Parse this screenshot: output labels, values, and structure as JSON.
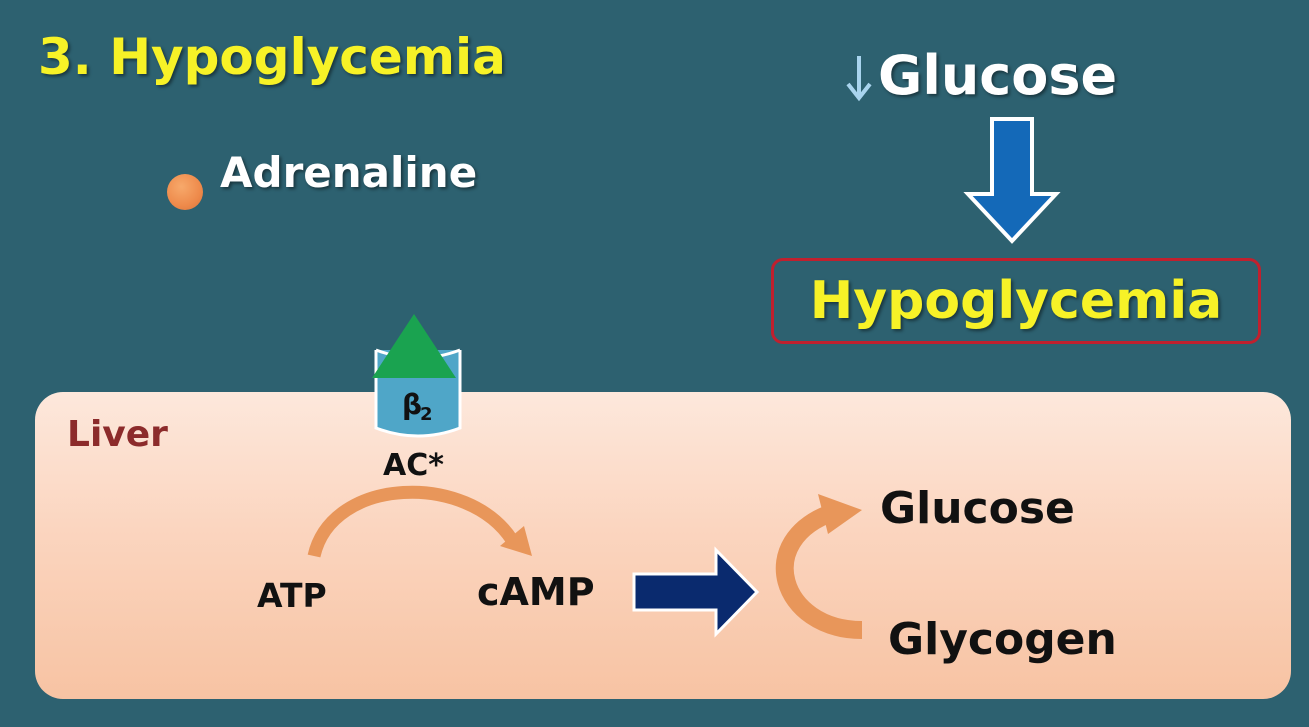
{
  "title": "3. Hypoglycemia",
  "adrenaline": {
    "label": "Adrenaline"
  },
  "glucose_top": {
    "label": "Glucose",
    "indicator": "↓"
  },
  "hypoglycemia_box": {
    "label": "Hypoglycemia"
  },
  "liver": {
    "label": "Liver",
    "receptor": {
      "symbol": "β",
      "subscript": "2"
    },
    "enzyme": "AC*",
    "substrate": "ATP",
    "product": "cAMP",
    "glucose": "Glucose",
    "glycogen": "Glycogen"
  },
  "colors": {
    "background": "#2d6170",
    "title_yellow": "#f7f227",
    "liver_fill": "#fbd5bf",
    "liver_text": "#8c2b2b",
    "box_border": "#c0202e",
    "blue_arrow": "#1469b8",
    "navy_arrow": "#0a2a6e",
    "orange_arrow": "#e8965a",
    "receptor_blue": "#4fa6c8",
    "ligand_green": "#1aa350",
    "adrenaline_dot": "#ee8a4b"
  }
}
